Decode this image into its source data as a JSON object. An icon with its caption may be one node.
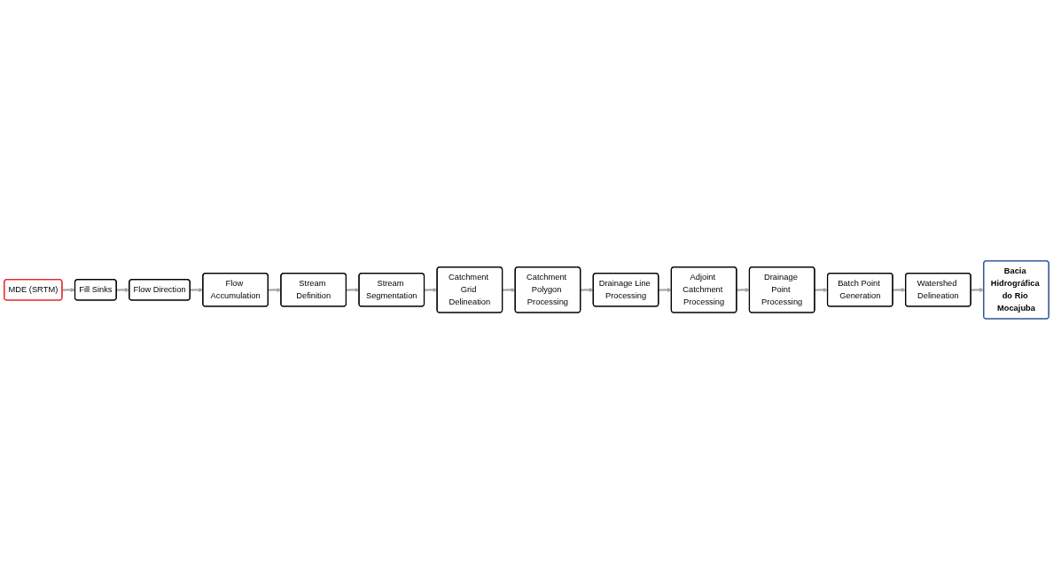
{
  "diagram": {
    "nodes": [
      {
        "text": [
          "MDE (SRTM)"
        ]
      },
      {
        "text": [
          "Fill Sinks"
        ]
      },
      {
        "text": [
          "Flow Direction"
        ]
      },
      {
        "text": [
          "Flow Accumulation"
        ]
      },
      {
        "text": [
          "Stream Definition"
        ]
      },
      {
        "text": [
          "Stream Segmentation"
        ]
      },
      {
        "text": [
          "Catchment Grid Delineation"
        ]
      },
      {
        "text": [
          "Catchment Polygon Processing"
        ]
      },
      {
        "text": [
          "Drainage Line Processing"
        ]
      },
      {
        "text": [
          "Adjoint Catchment Processing"
        ]
      },
      {
        "text": [
          "Drainage Point Processing"
        ]
      },
      {
        "text": [
          "Batch Point Generation"
        ]
      },
      {
        "text": [
          "Watershed Delineation"
        ]
      },
      {
        "text": [
          "Bacia Hidrográfica do Rio Mocajuba"
        ]
      }
    ],
    "edges": [
      {
        "from": 0,
        "to": 1,
        "arrow": "to"
      },
      {
        "from": 1,
        "to": 2,
        "arrow": "to"
      },
      {
        "from": 2,
        "to": 3,
        "arrow": "to"
      },
      {
        "from": 3,
        "to": 4,
        "arrow": "to"
      },
      {
        "from": 4,
        "to": 5,
        "arrow": "to"
      },
      {
        "from": 5,
        "to": 6,
        "arrow": "to"
      },
      {
        "from": 6,
        "to": 7,
        "arrow": "to"
      },
      {
        "from": 7,
        "to": 8,
        "arrow": "to"
      },
      {
        "from": 8,
        "to": 9,
        "arrow": "to"
      },
      {
        "from": 9,
        "to": 10,
        "arrow": "to"
      },
      {
        "from": 10,
        "to": 11,
        "arrow": "to"
      },
      {
        "from": 11,
        "to": 12,
        "arrow": "to"
      },
      {
        "from": 12,
        "to": 13,
        "arrow": "to"
      }
    ]
  }
}
